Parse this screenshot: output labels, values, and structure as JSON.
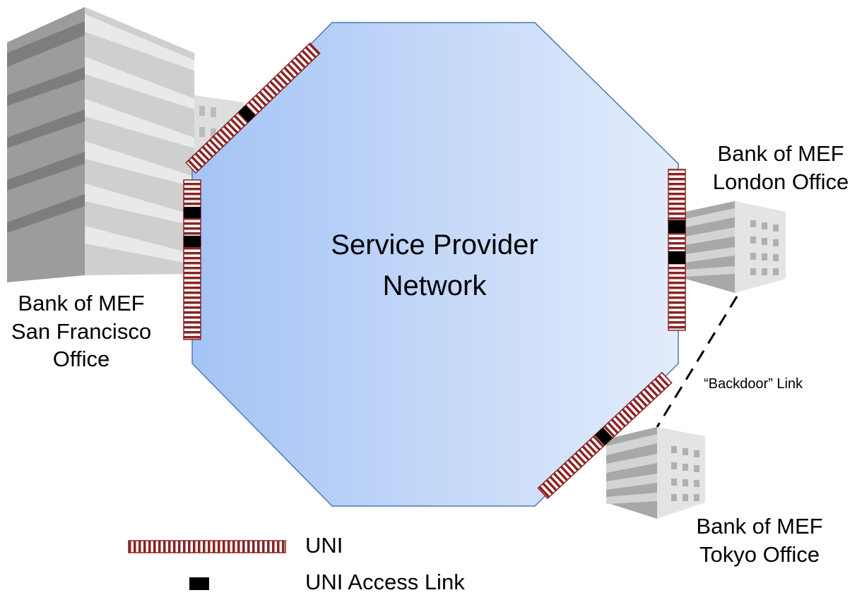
{
  "network": {
    "line1": "Service Provider",
    "line2": "Network"
  },
  "offices": {
    "san_francisco": {
      "line1": "Bank of MEF",
      "line2": "San Francisco",
      "line3": "Office"
    },
    "london": {
      "line1": "Bank of MEF",
      "line2": "London Office"
    },
    "tokyo": {
      "line1": "Bank of MEF",
      "line2": "Tokyo Office"
    }
  },
  "backdoor_link": {
    "label": "“Backdoor” Link"
  },
  "legend": {
    "uni_label": "UNI",
    "access_link_label": "UNI Access Link"
  },
  "colors": {
    "network_fill_left": "#a4c3f6",
    "network_fill_right": "#e3ecfb",
    "network_border": "#4a78b0",
    "uni_stripe": "#8b2323",
    "access_link": "#000000"
  }
}
